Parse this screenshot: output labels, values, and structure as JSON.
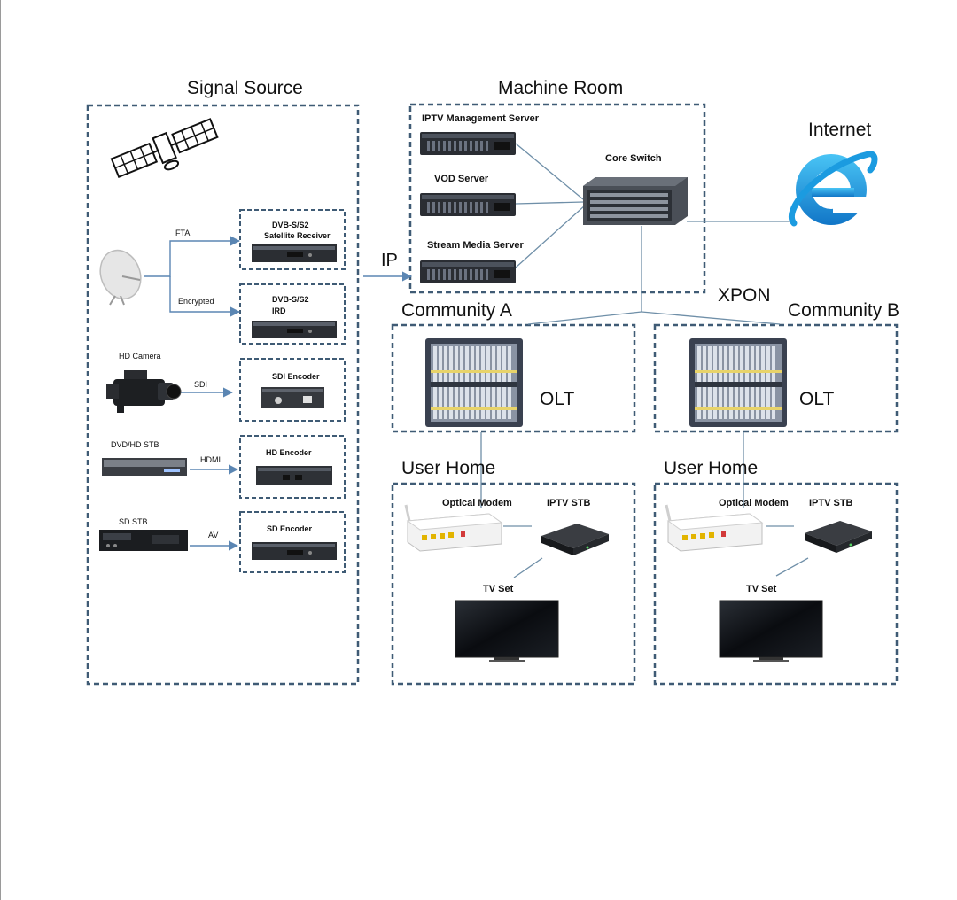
{
  "groups": {
    "signal_source": "Signal Source",
    "machine_room": "Machine Room",
    "internet": "Internet",
    "community_a": "Community A",
    "community_b": "Community B",
    "xpon": "XPON",
    "ip": "IP",
    "user_home_a": "User Home",
    "user_home_b": "User Home"
  },
  "signal_source": {
    "dvb_satellite_receiver": [
      "DVB-S/S2",
      "Satellite Receiver"
    ],
    "dvb_ird": [
      "DVB-S/S2",
      "IRD"
    ],
    "fta": "FTA",
    "encrypted": "Encrypted",
    "hd_camera": "HD Camera",
    "sdi": "SDI",
    "sdi_encoder": "SDI Encoder",
    "dvd_hd_stb": "DVD/HD STB",
    "hdmi": "HDMI",
    "hd_encoder": "HD Encoder",
    "sd_stb": "SD STB",
    "av": "AV",
    "sd_encoder": "SD Encoder"
  },
  "machine_room": {
    "iptv_management_server": "IPTV Management Server",
    "vod_server": "VOD Server",
    "stream_media_server": "Stream Media Server",
    "core_switch": "Core Switch"
  },
  "community_a": {
    "olt": "OLT"
  },
  "community_b": {
    "olt": "OLT"
  },
  "user_home_a": {
    "optical_modem": "Optical Modem",
    "iptv_stb": "IPTV STB",
    "tv_set": "TV Set"
  },
  "user_home_b": {
    "optical_modem": "Optical Modem",
    "iptv_stb": "IPTV STB",
    "tv_set": "TV Set"
  },
  "colors": {
    "box_border": "#3f5b75",
    "arrow": "#5b86b3",
    "connector": "#6f8fa8",
    "internet_icon": "#1b9be0"
  },
  "icons": [
    "satellite-icon",
    "satellite-dish-icon",
    "hd-camera-icon",
    "dvd-player-icon",
    "sd-stb-icon",
    "rack-server-icon",
    "core-switch-icon",
    "internet-explorer-icon",
    "olt-chassis-icon",
    "optical-modem-icon",
    "iptv-stb-icon",
    "tv-set-icon"
  ]
}
